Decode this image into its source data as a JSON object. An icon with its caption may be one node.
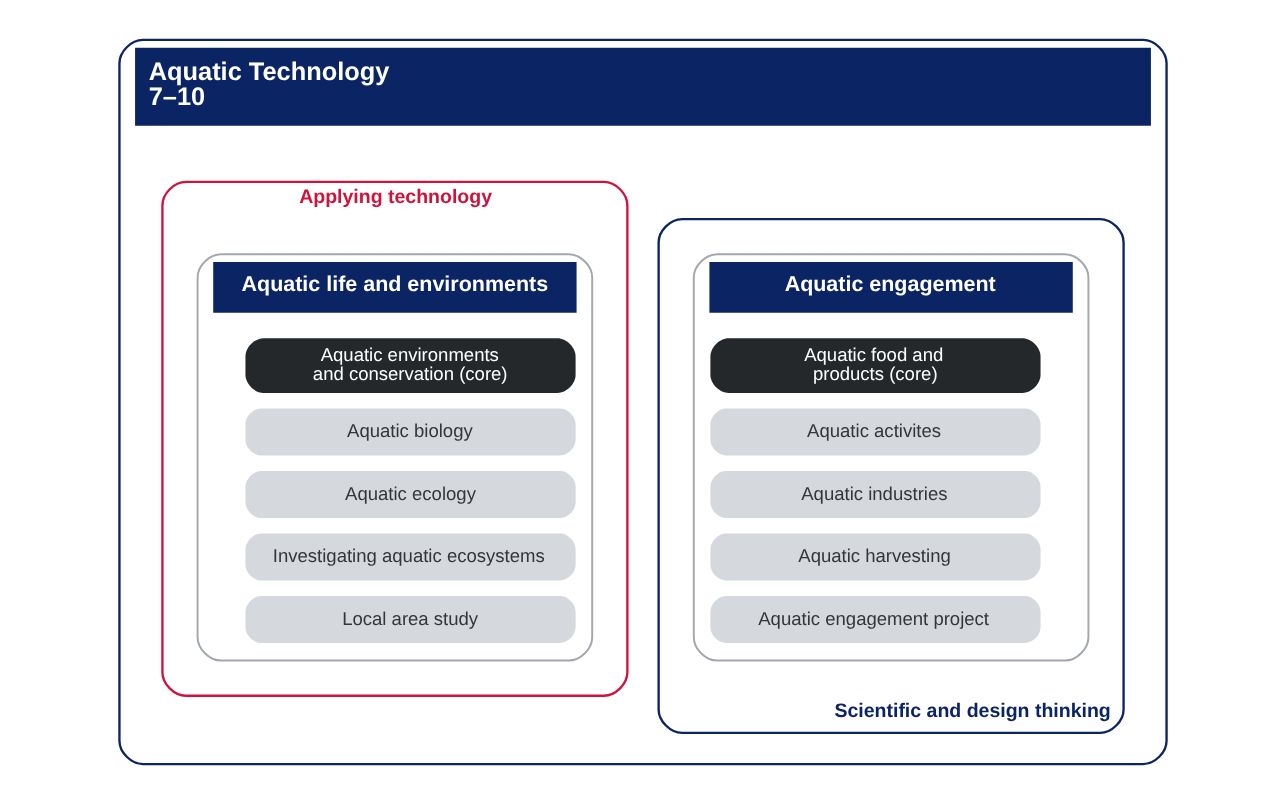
{
  "diagram": {
    "nodes": [
      {
        "text": [
          "Aquatic Technology 7–10"
        ]
      },
      {
        "text": [
          "Applying technology"
        ],
        "in": 0
      },
      {
        "text": [
          "Aquatic life and environments"
        ],
        "in": 1
      },
      {
        "text": [
          "Aquatic environments and conservation (core)"
        ],
        "in": 2
      },
      {
        "text": [
          "Aquatic biology"
        ],
        "in": 2
      },
      {
        "text": [
          "Aquatic ecology"
        ],
        "in": 2
      },
      {
        "text": [
          "Investigating aquatic ecosystems"
        ],
        "in": 2
      },
      {
        "text": [
          "Local area study"
        ],
        "in": 2
      },
      {
        "text": [
          "Scientific and design thinking"
        ],
        "in": 0
      },
      {
        "text": [
          "Aquatic engagement"
        ],
        "in": 8
      },
      {
        "text": [
          "Aquatic food and products (core)"
        ],
        "in": 9
      },
      {
        "text": [
          "Aquatic activites"
        ],
        "in": 9
      },
      {
        "text": [
          "Aquatic industries"
        ],
        "in": 9
      },
      {
        "text": [
          "Aquatic harvesting"
        ],
        "in": 9
      },
      {
        "text": [
          "Aquatic engagement project"
        ],
        "in": 9
      }
    ]
  }
}
